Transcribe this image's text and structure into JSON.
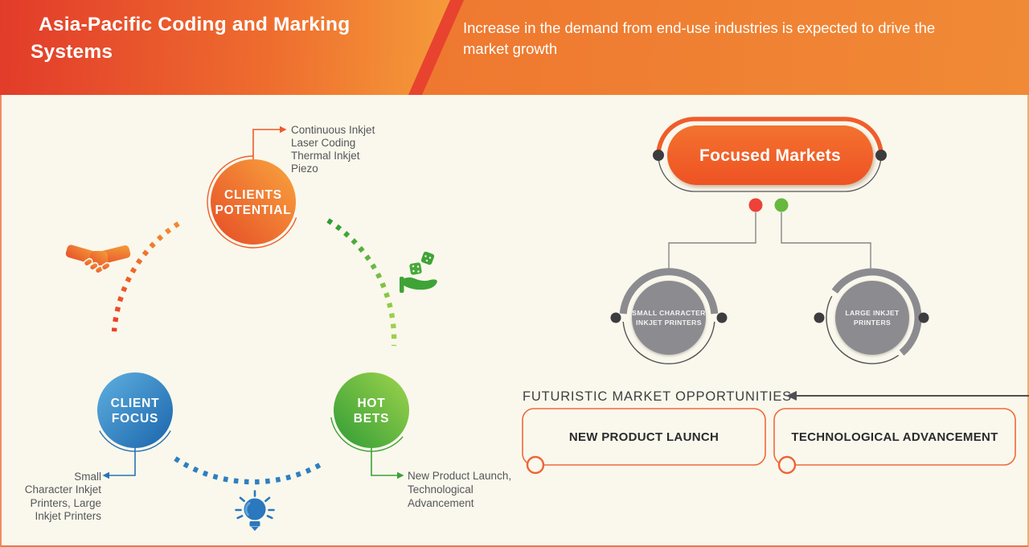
{
  "header": {
    "title": "Asia-Pacific Coding and Marking Systems",
    "subtitle": "Increase in the demand from end-use industries is expected to drive the market growth"
  },
  "cycle": {
    "clients_potential": {
      "label": [
        "CLIENTS",
        "POTENTIAL"
      ],
      "items": [
        "Continuous Inkjet",
        "Laser Coding",
        "Thermal Inkjet",
        "Piezo"
      ]
    },
    "client_focus": {
      "label": [
        "CLIENT",
        "FOCUS"
      ],
      "items": [
        "Small",
        "Character Inkjet",
        "Printers, Large",
        "Inkjet Printers"
      ]
    },
    "hot_bets": {
      "label": [
        "HOT",
        "BETS"
      ],
      "items": [
        "New Product Launch,",
        "Technological",
        "Advancement"
      ]
    }
  },
  "focused_markets": {
    "title": "Focused Markets",
    "nodes": [
      {
        "lines": [
          "SMALL CHARACTER",
          "INKJET PRINTERS"
        ]
      },
      {
        "lines": [
          "LARGE INKJET",
          "PRINTERS"
        ]
      }
    ]
  },
  "opportunities": {
    "heading": "FUTURISTIC MARKET OPPORTUNITIES",
    "items": [
      "NEW PRODUCT LAUNCH",
      "TECHNOLOGICAL ADVANCEMENT"
    ]
  },
  "colors": {
    "accent_orange": "#f15b2b",
    "accent_blue": "#2a77bc",
    "accent_green": "#3da035",
    "node_gray": "#8c8c90",
    "dot_red": "#ee4137",
    "dot_green": "#66b83e",
    "background": "#faf8ec"
  },
  "icons": [
    "handshake-icon",
    "dice-in-hand-icon",
    "lightbulb-icon"
  ]
}
